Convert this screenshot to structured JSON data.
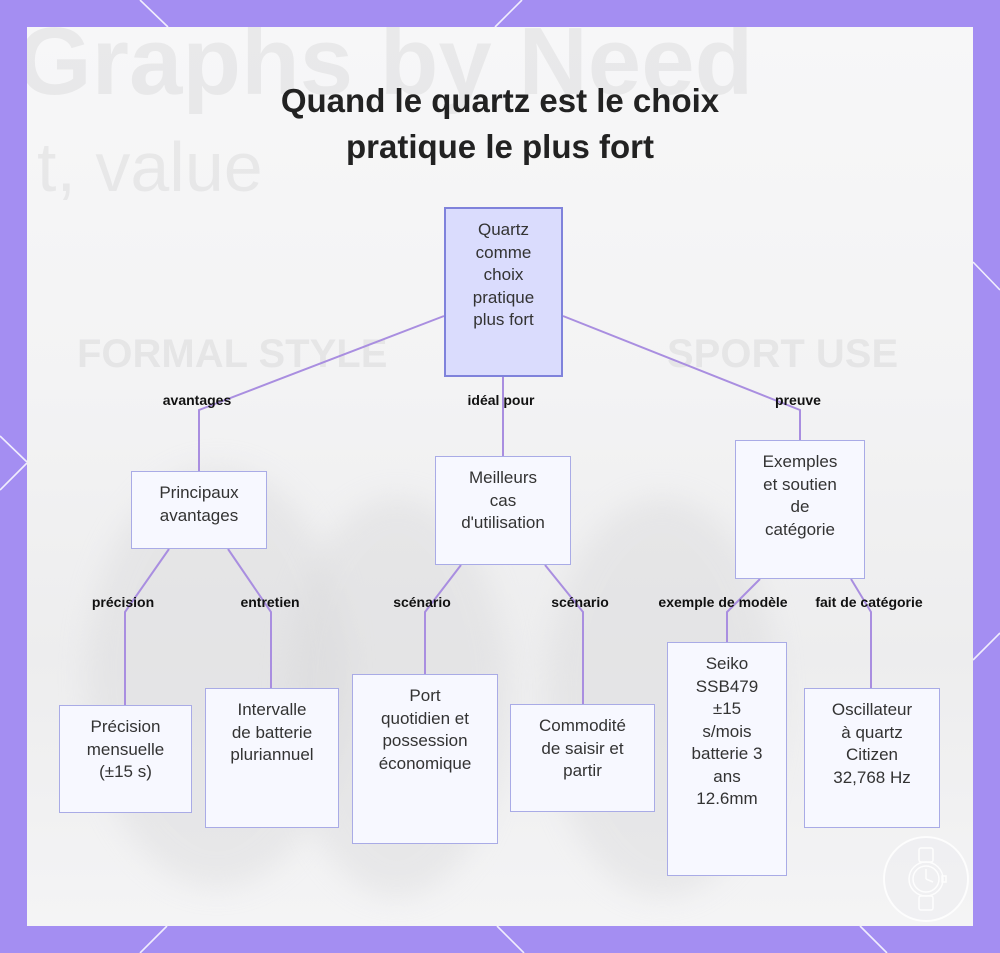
{
  "title": {
    "line1": "Quand le quartz est le choix",
    "line2": "pratique le plus fort"
  },
  "background_text": {
    "big": "Graphs by Need",
    "sub": "t, value",
    "left": "FORMAL STYLE",
    "right": "SPORT USE"
  },
  "colors": {
    "border": "#a48ef2",
    "node_fill": "#f7f8ff",
    "node_stroke": "#a9abe6",
    "root_fill": "#dadcfd",
    "root_stroke": "#7f82db",
    "edge": "#a98ee0"
  },
  "nodes": {
    "root": "Quartz\ncomme\nchoix\npratique\nplus fort",
    "avantages": "Principaux\navantages",
    "usages": "Meilleurs\ncas\nd'utilisation",
    "exemples": "Exemples\net soutien\nde\ncatégorie",
    "precision": "Précision\nmensuelle\n(±15 s)",
    "batterie": "Intervalle\nde batterie\npluriannuel",
    "port": "Port\nquotidien et\npossession\néconomique",
    "commodite": "Commodité\nde saisir et\npartir",
    "seiko": "Seiko\nSSB479\n±15\ns/mois\nbatterie 3\nans\n12.6mm",
    "oscillateur": "Oscillateur\nà quartz\nCitizen\n32,768 Hz"
  },
  "edge_labels": {
    "avantages": "avantages",
    "ideal": "idéal pour",
    "preuve": "preuve",
    "precision": "précision",
    "entretien": "entretien",
    "scenario1": "scénario",
    "scenario2": "scénario",
    "modele": "exemple de modèle",
    "categorie": "fait de catégorie"
  },
  "badge_icon": "watch-icon"
}
